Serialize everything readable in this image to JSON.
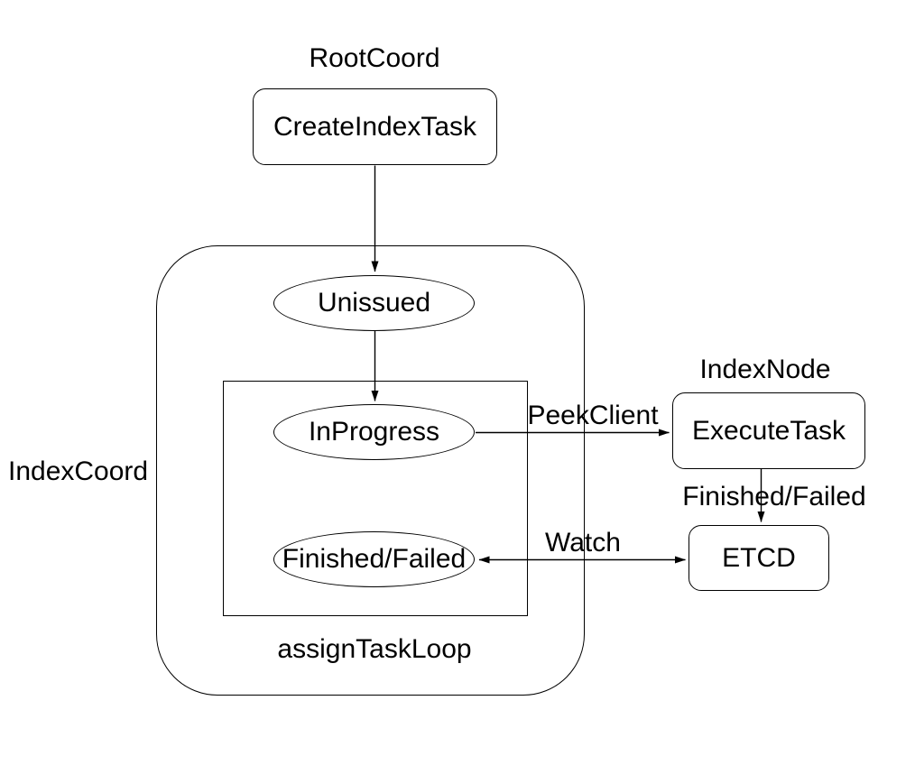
{
  "diagram": {
    "background": "#ffffff",
    "stroke_color": "#000000",
    "text_color": "#000000",
    "region_labels": {
      "root_coord": "RootCoord",
      "index_node": "IndexNode",
      "index_coord": "IndexCoord",
      "assign_task_loop": "assignTaskLoop"
    },
    "nodes": {
      "create_index_task": "CreateIndexTask",
      "unissued": "Unissued",
      "in_progress": "InProgress",
      "finished_failed": "Finished/Failed",
      "execute_task": "ExecuteTask",
      "etcd": "ETCD"
    },
    "edges": [
      {
        "from": "CreateIndexTask",
        "to": "Unissued",
        "label": "",
        "direction": "one-way"
      },
      {
        "from": "Unissued",
        "to": "InProgress",
        "label": "",
        "direction": "one-way"
      },
      {
        "from": "InProgress",
        "to": "ExecuteTask",
        "label": "PeekClient",
        "direction": "one-way"
      },
      {
        "from": "ExecuteTask",
        "to": "ETCD",
        "label": "Finished/Failed",
        "direction": "one-way"
      },
      {
        "from": "ETCD",
        "to": "Finished/Failed",
        "label": "Watch",
        "direction": "two-way"
      }
    ]
  }
}
